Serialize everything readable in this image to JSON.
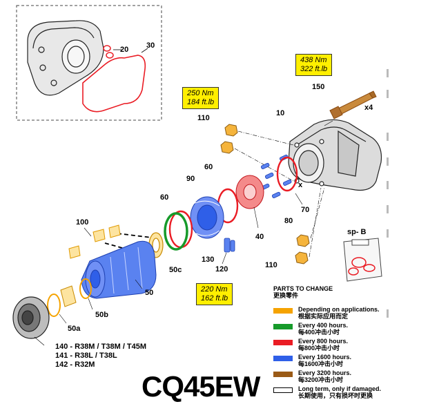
{
  "model": "CQ45EW",
  "torque_labels": [
    {
      "id": "t150",
      "line1": "438 Nm",
      "line2": "322 ft.lb"
    },
    {
      "id": "t110",
      "line1": "250 Nm",
      "line2": "184 ft.lb"
    },
    {
      "id": "t120",
      "line1": "220 Nm",
      "line2": "162 ft.lb"
    }
  ],
  "part_numbers": {
    "p20": "20",
    "p30": "30",
    "p150": "150",
    "p10": "10",
    "x4": "x4",
    "p110a": "110",
    "p60a": "60",
    "p90": "90",
    "x": "x",
    "p60b": "60",
    "p40": "40",
    "p70": "70",
    "p80": "80",
    "p100": "100",
    "p130": "130",
    "p50c": "50c",
    "p120": "120",
    "p50": "50",
    "p50b": "50b",
    "p50a": "50a",
    "p110b": "110",
    "spb": "sp- B"
  },
  "parts_list": [
    "140 -  R38M / T38M / T45M",
    "141 -  R38L / T38L",
    "142 -  R32M"
  ],
  "legend": {
    "title": "PARTS TO CHANGE",
    "title_cn": "更换零件",
    "items": [
      {
        "color": "#f5a300",
        "text": "Depending on applications.",
        "text_cn": "根据实际应用而定"
      },
      {
        "color": "#169a2a",
        "text": "Every 400 hours.",
        "text_cn": "每400冲击小时"
      },
      {
        "color": "#ea1c24",
        "text": "Every 800 hours.",
        "text_cn": "每800冲击小时"
      },
      {
        "color": "#2f5fe8",
        "text": "Every 1600 hours.",
        "text_cn": "每1600冲击小时"
      },
      {
        "color": "#9a5a16",
        "text": "Every 3200 hours.",
        "text_cn": "每3200冲击小时"
      },
      {
        "color": "#ffffff",
        "text": "Long term, only if damaged.",
        "text_cn": "长期使用，只有损坏时更换"
      }
    ]
  },
  "colors": {
    "orange": "#f5a300",
    "green": "#169a2a",
    "red": "#ea1c24",
    "blue": "#2f5fe8",
    "brown": "#9a5a16",
    "yellow": "#ffef00"
  }
}
